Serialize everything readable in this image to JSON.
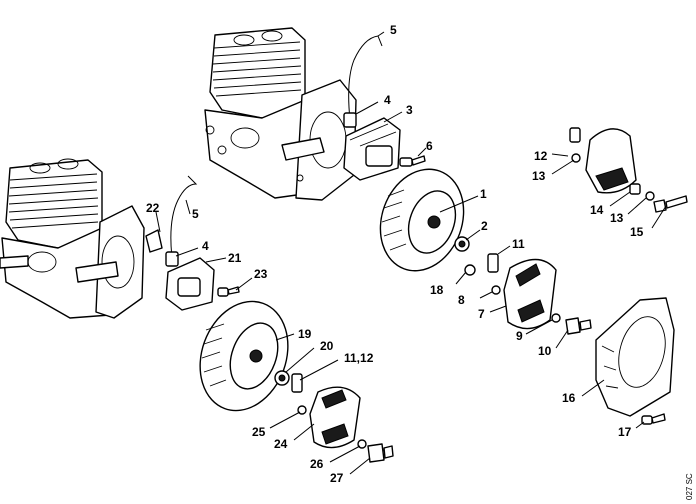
{
  "diagram": {
    "code": "027 SC",
    "callouts": [
      {
        "id": "c1",
        "text": "1"
      },
      {
        "id": "c2",
        "text": "2"
      },
      {
        "id": "c3",
        "text": "3"
      },
      {
        "id": "c4a",
        "text": "4"
      },
      {
        "id": "c4b",
        "text": "4"
      },
      {
        "id": "c5a",
        "text": "5"
      },
      {
        "id": "c5b",
        "text": "5"
      },
      {
        "id": "c6",
        "text": "6"
      },
      {
        "id": "c7",
        "text": "7"
      },
      {
        "id": "c8",
        "text": "8"
      },
      {
        "id": "c9",
        "text": "9"
      },
      {
        "id": "c10",
        "text": "10"
      },
      {
        "id": "c11",
        "text": "11"
      },
      {
        "id": "c1112",
        "text": "11,12"
      },
      {
        "id": "c12",
        "text": "12"
      },
      {
        "id": "c13a",
        "text": "13"
      },
      {
        "id": "c13b",
        "text": "13"
      },
      {
        "id": "c14",
        "text": "14"
      },
      {
        "id": "c15",
        "text": "15"
      },
      {
        "id": "c16",
        "text": "16"
      },
      {
        "id": "c17",
        "text": "17"
      },
      {
        "id": "c18",
        "text": "18"
      },
      {
        "id": "c19",
        "text": "19"
      },
      {
        "id": "c20",
        "text": "20"
      },
      {
        "id": "c21",
        "text": "21"
      },
      {
        "id": "c22",
        "text": "22"
      },
      {
        "id": "c23",
        "text": "23"
      },
      {
        "id": "c24",
        "text": "24"
      },
      {
        "id": "c25",
        "text": "25"
      },
      {
        "id": "c26",
        "text": "26"
      },
      {
        "id": "c27",
        "text": "27"
      }
    ]
  }
}
